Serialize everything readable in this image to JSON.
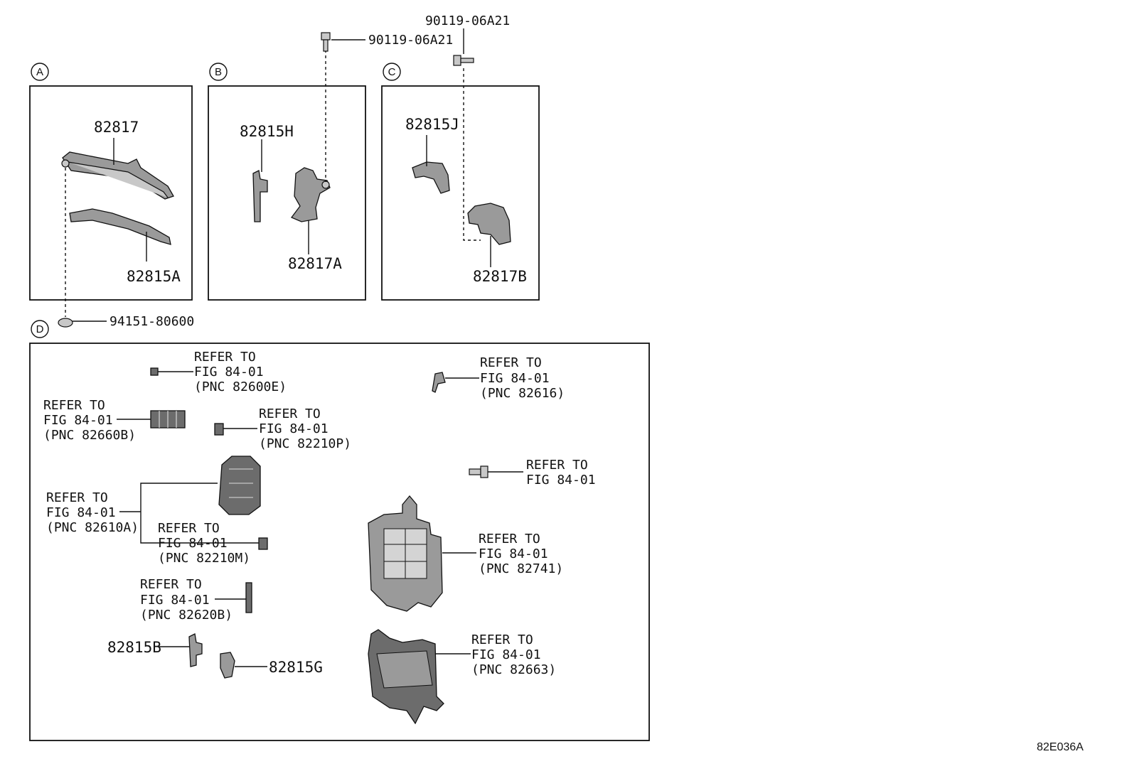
{
  "sections": {
    "a": {
      "label": "A"
    },
    "b": {
      "label": "B"
    },
    "c": {
      "label": "C"
    },
    "d": {
      "label": "D"
    }
  },
  "parts": {
    "p82817": "82817",
    "p82815A": "82815A",
    "p82815H": "82815H",
    "p82817A": "82817A",
    "p82815J": "82815J",
    "p82817B": "82817B",
    "p82815B": "82815B",
    "p82815G": "82815G",
    "bolt_b": "90119-06A21",
    "bolt_c": "90119-06A21",
    "clip_d": "94151-80600"
  },
  "refs": {
    "r82600E": [
      "REFER TO",
      "FIG 84-01",
      "(PNC 82600E)"
    ],
    "r82616": [
      "REFER TO",
      "FIG 84-01",
      "(PNC 82616)"
    ],
    "r82660B": [
      "REFER TO",
      "FIG 84-01",
      "(PNC 82660B)"
    ],
    "r82210P": [
      "REFER TO",
      "FIG 84-01",
      "(PNC 82210P)"
    ],
    "rbolt": [
      "REFER TO",
      "FIG 84-01"
    ],
    "r82610A": [
      "REFER TO",
      "FIG 84-01",
      "(PNC 82610A)"
    ],
    "r82210M": [
      "REFER TO",
      "FIG 84-01",
      "(PNC 82210M)"
    ],
    "r82741": [
      "REFER TO",
      "FIG 84-01",
      "(PNC 82741)"
    ],
    "r82620B": [
      "REFER TO",
      "FIG 84-01",
      "(PNC 82620B)"
    ],
    "r82663": [
      "REFER TO",
      "FIG 84-01",
      "(PNC 82663)"
    ]
  },
  "diagram_id": "82E036A"
}
